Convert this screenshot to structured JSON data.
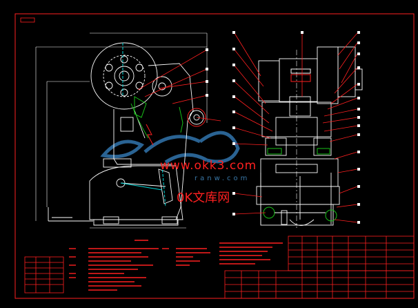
{
  "watermark": {
    "site": "www.okk3.com",
    "brand": "0K文库网",
    "faint": "ranw.com"
  },
  "colors": {
    "background": "#000000",
    "frame_red": "#ff2020",
    "drawing_white": "#ffffff",
    "accent_green": "#18c018",
    "accent_cyan": "#00d8d8",
    "watermark_blue": "#2f6ea3"
  }
}
